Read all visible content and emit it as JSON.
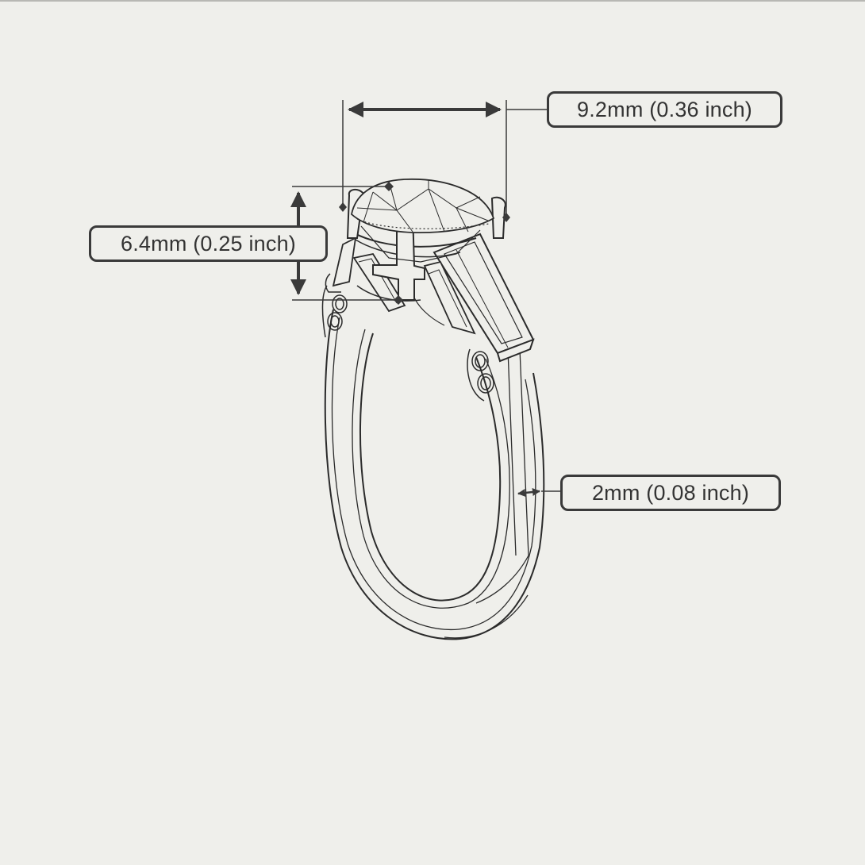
{
  "diagram": {
    "subject": "Three-stone engagement ring technical line drawing",
    "background_color": "#efefeb",
    "line_color": "#2b2b2b",
    "dimension_color": "#3a3a3a",
    "dimensions": {
      "center_stone_width": {
        "label": "9.2mm (0.36 inch)",
        "value_mm": 9.2,
        "value_inch": 0.36,
        "orientation": "horizontal"
      },
      "center_stone_height": {
        "label": "6.4mm (0.25 inch)",
        "value_mm": 6.4,
        "value_inch": 0.25,
        "orientation": "vertical"
      },
      "band_width": {
        "label": "2mm (0.08 inch)",
        "value_mm": 2,
        "value_inch": 0.08,
        "orientation": "horizontal"
      }
    },
    "components": [
      "round-center-stone",
      "four-prongs",
      "tapered-baguette-side-stones",
      "round-accent-stones",
      "band"
    ]
  }
}
